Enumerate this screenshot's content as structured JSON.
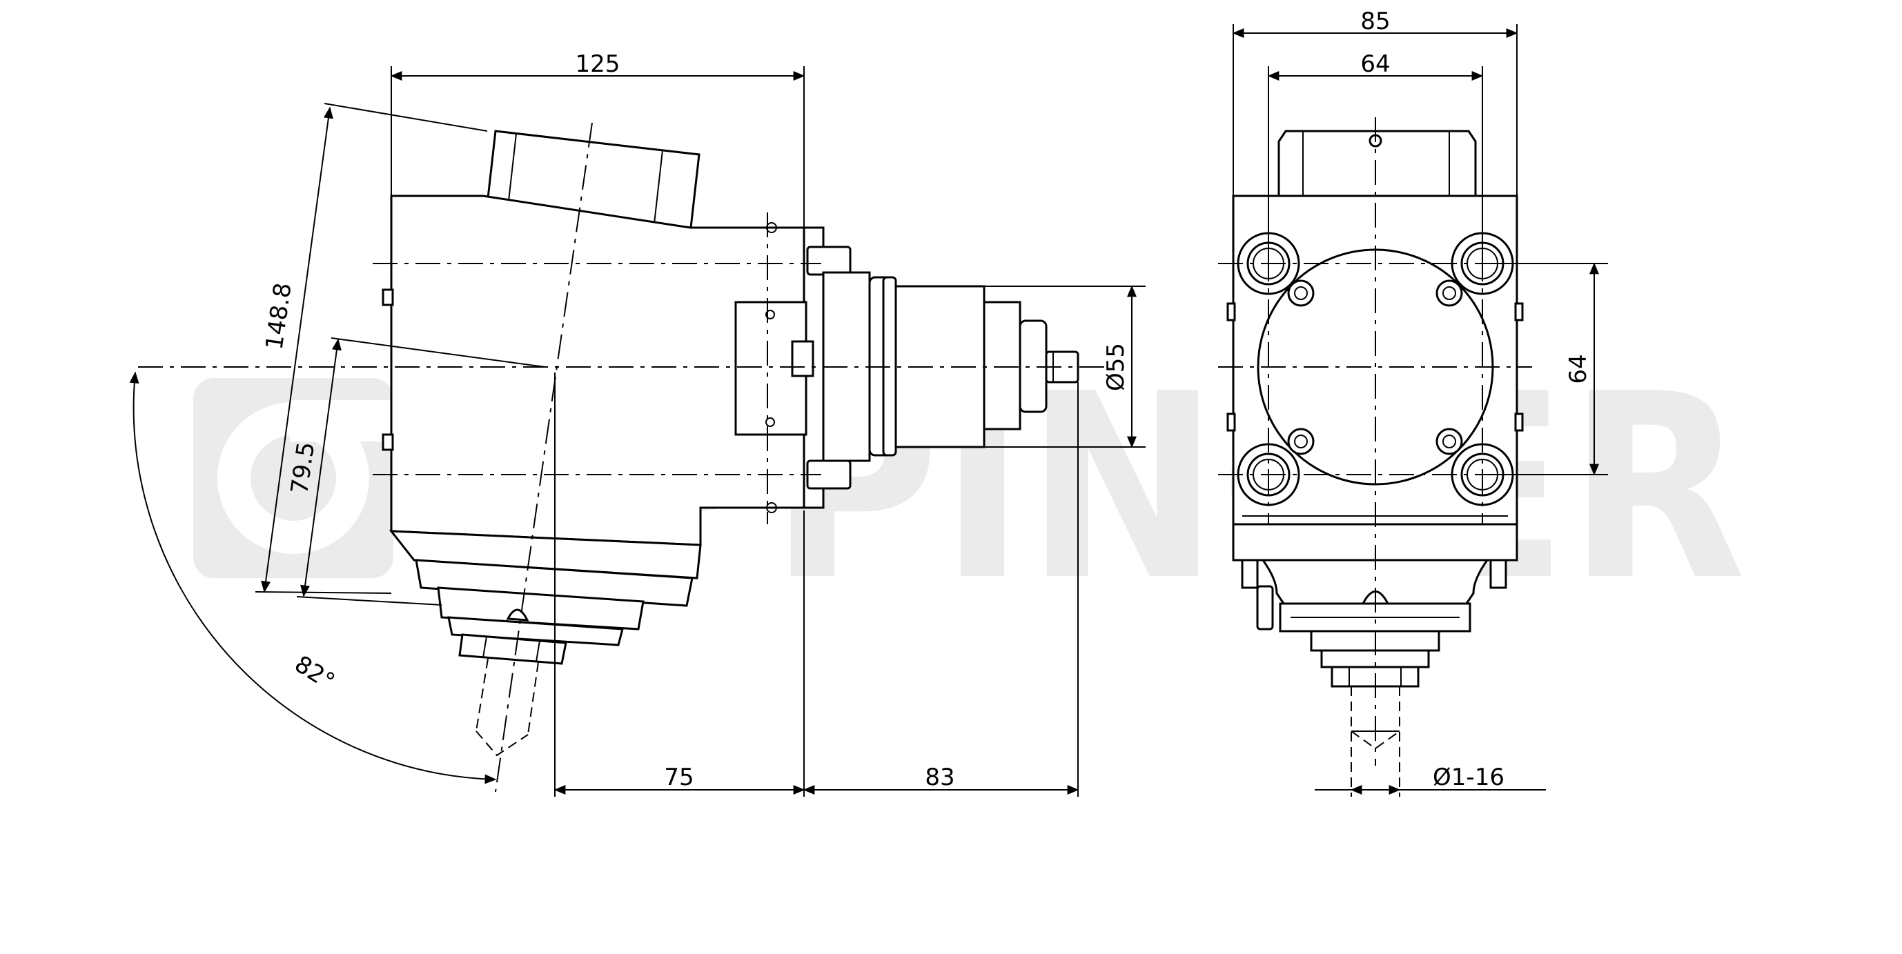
{
  "watermark": {
    "text": "EPPINGER"
  },
  "side_view": {
    "dim_width": "125",
    "dim_diagonal": "148.8",
    "dim_offset": "79.5",
    "dim_angle": "82°",
    "dim_shank_diameter": "Ø55",
    "dim_left_to_axis": "75",
    "dim_axis_to_spindle": "83"
  },
  "front_view": {
    "dim_outer_width": "85",
    "dim_inner_width": "64",
    "dim_height": "64",
    "dim_clamp_range": "Ø1-16"
  }
}
